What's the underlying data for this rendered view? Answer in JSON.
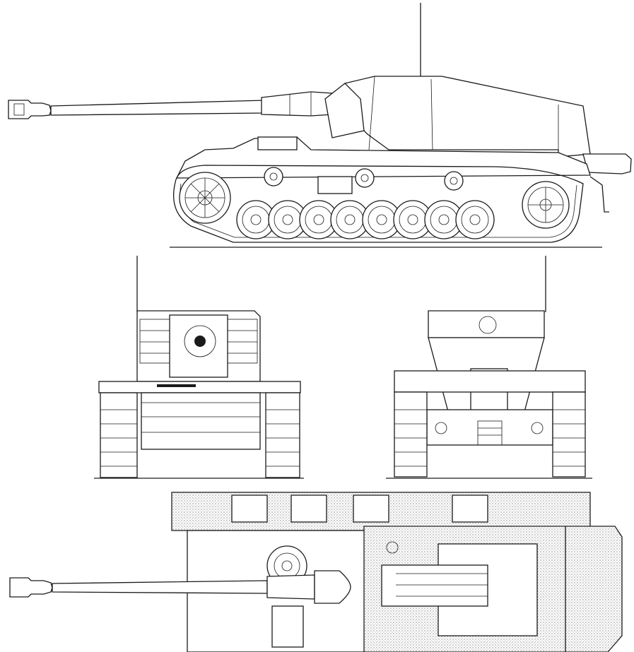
{
  "drawing": {
    "subject": "",
    "views": [
      {
        "id": "side",
        "name": ""
      },
      {
        "id": "front",
        "name": ""
      },
      {
        "id": "rear",
        "name": ""
      },
      {
        "id": "top",
        "name": ""
      }
    ]
  },
  "colors": {
    "ink": "#1a1a1a",
    "paper": "#ffffff",
    "stipple": "#bdbdbd"
  }
}
